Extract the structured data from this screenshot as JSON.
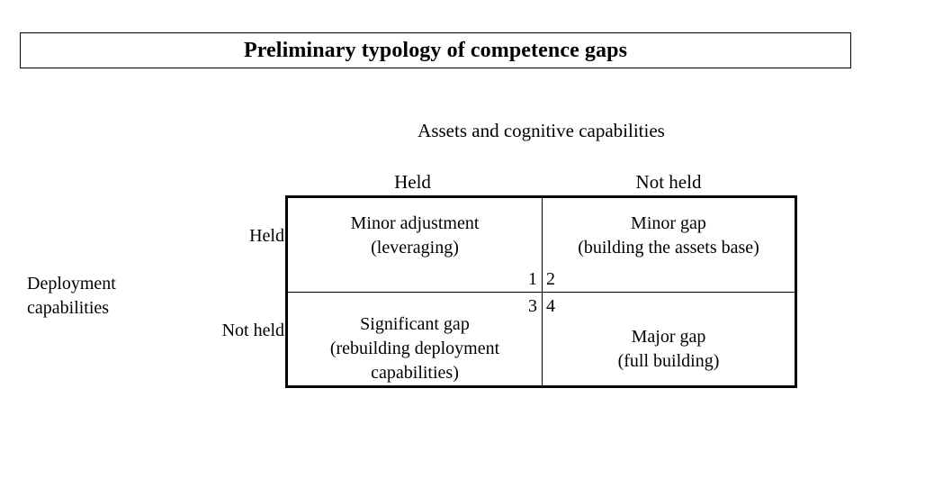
{
  "title": {
    "text": "Preliminary typology of competence gaps"
  },
  "matrix": {
    "column_axis_label": "Assets and cognitive capabilities",
    "row_axis_label": "Deployment\ncapabilities",
    "column_headers": [
      "Held",
      "Not held"
    ],
    "row_headers": [
      "Held",
      "Not held"
    ],
    "cells": [
      {
        "number": "1",
        "label": "Minor adjustment\n(leveraging)",
        "row": "Held",
        "column": "Held"
      },
      {
        "number": "2",
        "label": "Minor gap\n(building the assets base)",
        "row": "Held",
        "column": "Not held"
      },
      {
        "number": "3",
        "label": "Significant gap\n(rebuilding deployment\ncapabilities)",
        "row": "Not held",
        "column": "Held"
      },
      {
        "number": "4",
        "label": "Major gap\n(full building)",
        "row": "Not held",
        "column": "Not held"
      }
    ]
  },
  "colors": {
    "background": "#ffffff",
    "text": "#000000",
    "border": "#000000"
  }
}
